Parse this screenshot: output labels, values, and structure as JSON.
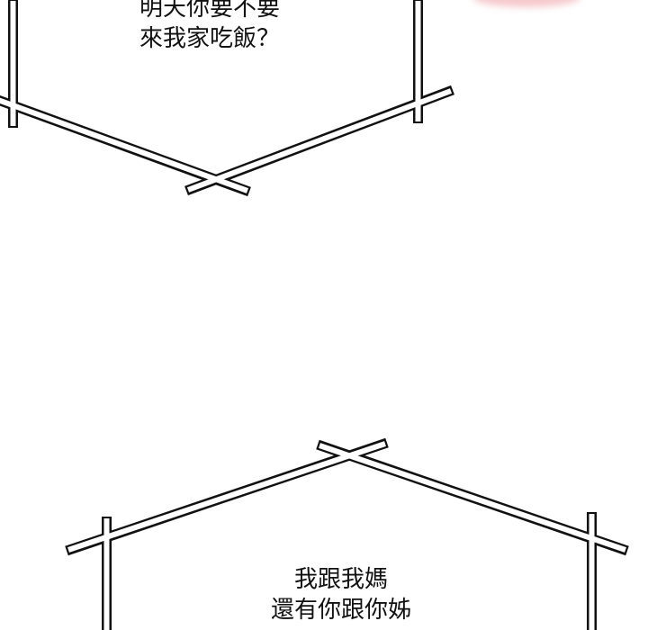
{
  "top_bubble": {
    "lines": [
      "明天你要不要",
      "來我家吃飯？"
    ]
  },
  "bottom_bubble": {
    "lines": [
      "我跟我媽",
      "還有你跟你姊"
    ]
  },
  "colors": {
    "ink": "#111111",
    "background": "#ffffff",
    "blush": "#f6c9cc"
  }
}
